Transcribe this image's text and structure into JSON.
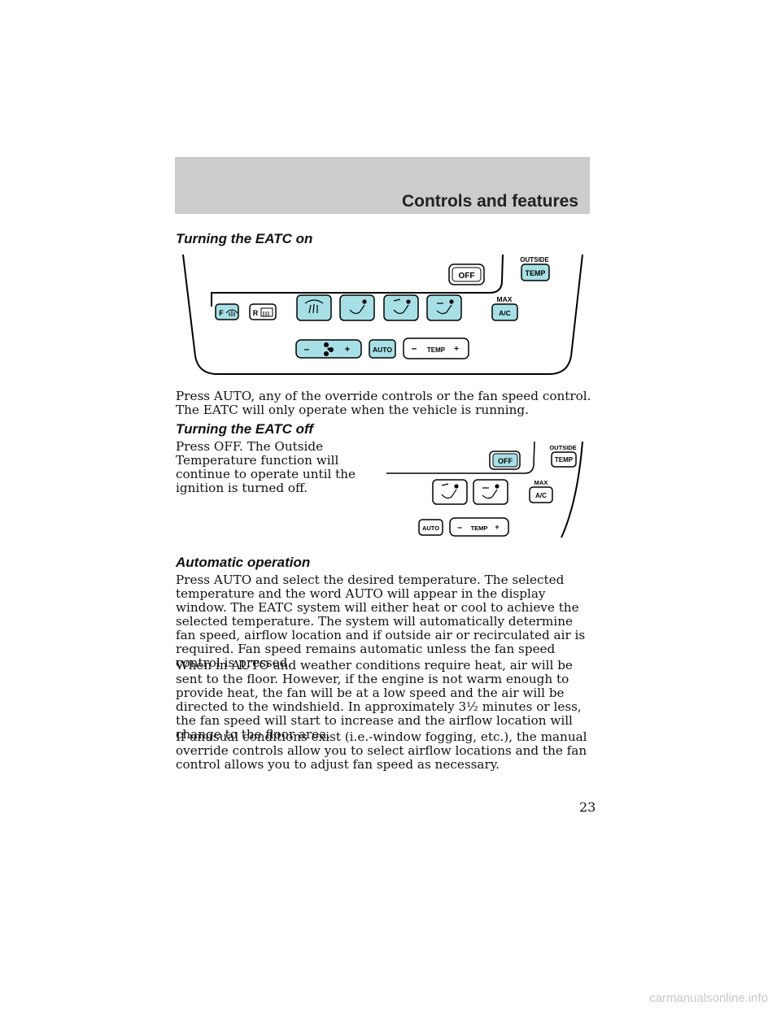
{
  "header": {
    "title": "Controls and features"
  },
  "sections": {
    "on": {
      "heading": "Turning the EATC on",
      "paragraph": "Press AUTO, any of the override controls or the fan speed control. The EATC will only operate when the vehicle is running."
    },
    "off": {
      "heading": "Turning the EATC off",
      "paragraph": "Press OFF. The Outside Temperature function will continue to operate until the ignition is turned off."
    },
    "auto": {
      "heading": "Automatic operation",
      "p1": "Press AUTO and select the desired temperature. The selected temperature and the word AUTO will appear in the display window. The EATC system will either heat or cool to achieve the selected temperature. The system will automatically determine fan speed, airflow location and if outside air or recirculated air is required. Fan speed remains automatic unless the fan speed control is pressed.",
      "p2": "When in AUTO and weather conditions require heat, air will be sent to the floor. However, if the engine is not warm enough to provide heat, the fan will be at a low speed and the air will be directed to the windshield. In approximately 3½ minutes or less, the fan speed will start to increase and the airflow location will change to the floor area.",
      "p3": "If unusual conditions exist (i.e.-window fogging, etc.), the manual override controls allow you to select airflow locations and the fan control allows you to adjust fan speed as necessary."
    }
  },
  "diagram1": {
    "off": "OFF",
    "outside": "OUTSIDE",
    "temp_btn": "TEMP",
    "max": "MAX",
    "ac": "A/C",
    "front_defrost": "F",
    "rear_defrost": "R",
    "fan_minus": "–",
    "fan_plus": "+",
    "auto": "AUTO",
    "temp_minus": "–",
    "temp_label": "TEMP",
    "temp_plus": "+"
  },
  "diagram2": {
    "off": "OFF",
    "outside": "OUTSIDE",
    "temp_btn": "TEMP",
    "max": "MAX",
    "ac": "A/C",
    "auto": "AUTO",
    "temp_minus": "–",
    "temp_label": "TEMP",
    "temp_plus": "+"
  },
  "page_number": "23",
  "watermark": "carmanualsonline.info",
  "colors": {
    "button_fill": "#a6e0e6",
    "header_band": "#cccccc"
  }
}
